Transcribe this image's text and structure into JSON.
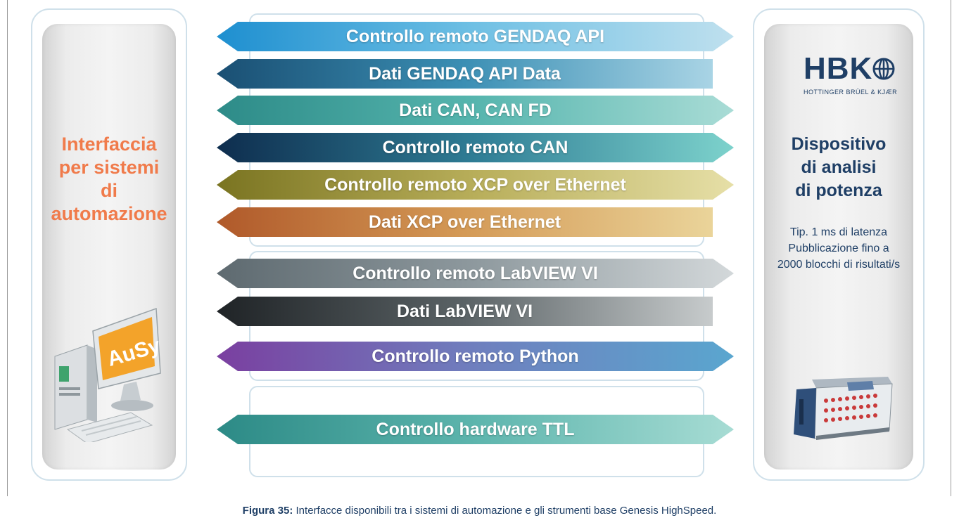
{
  "left_panel": {
    "title_lines": [
      "Interfaccia",
      "per sistemi",
      "di",
      "automazione"
    ],
    "computer_screen_text": "AuSy"
  },
  "right_panel": {
    "logo_text": "HBK",
    "logo_subtext": "HOTTINGER BRÜEL & KJÆR",
    "title_lines": [
      "Dispositivo",
      "di analisi",
      "di potenza"
    ],
    "info_lines": [
      "Tip. 1 ms di latenza",
      "Pubblicazione fino a",
      "2000 blocchi di risultati/s"
    ]
  },
  "interfaces": [
    {
      "label": "Controllo remoto GENDAQ API",
      "direction": "both",
      "colors": [
        "#1e8fd0",
        "#6fc0e4",
        "#bfe0ee"
      ]
    },
    {
      "label": "Dati GENDAQ API Data",
      "direction": "left",
      "colors": [
        "#1a4f73",
        "#3b8fb4",
        "#a9d4e5"
      ]
    },
    {
      "label": "Dati CAN, CAN FD",
      "direction": "both",
      "colors": [
        "#2d8b88",
        "#56b5ae",
        "#a9dcd6"
      ]
    },
    {
      "label": "Controllo remoto CAN",
      "direction": "both",
      "colors": [
        "#0e2d4e",
        "#2f7d95",
        "#7dd2cc"
      ]
    },
    {
      "label": "Controllo remoto XCP over Ethernet",
      "direction": "both",
      "colors": [
        "#7a7421",
        "#b8ae5a",
        "#e6dfa7"
      ]
    },
    {
      "label": "Dati XCP over Ethernet",
      "direction": "left",
      "colors": [
        "#b0592a",
        "#d49a56",
        "#ead49a"
      ]
    },
    {
      "label": "Controllo remoto LabVIEW VI",
      "direction": "both",
      "colors": [
        "#5e6a70",
        "#8e999e",
        "#d3d8da"
      ]
    },
    {
      "label": "Dati LabVIEW VI",
      "direction": "left",
      "colors": [
        "#1f2326",
        "#5b6366",
        "#c7cbcc"
      ]
    },
    {
      "label": "Controllo remoto Python",
      "direction": "both",
      "colors": [
        "#7a3fa0",
        "#6f7fbe",
        "#5aa6cf"
      ]
    },
    {
      "label": "Controllo hardware TTL",
      "direction": "both",
      "colors": [
        "#2c8a86",
        "#5db5ad",
        "#a7dcd4"
      ]
    }
  ],
  "caption": {
    "figure_label": "Figura 35:",
    "text": "Interfacce disponibili tra i sistemi di automazione e gli strumenti base Genesis HighSpeed."
  }
}
